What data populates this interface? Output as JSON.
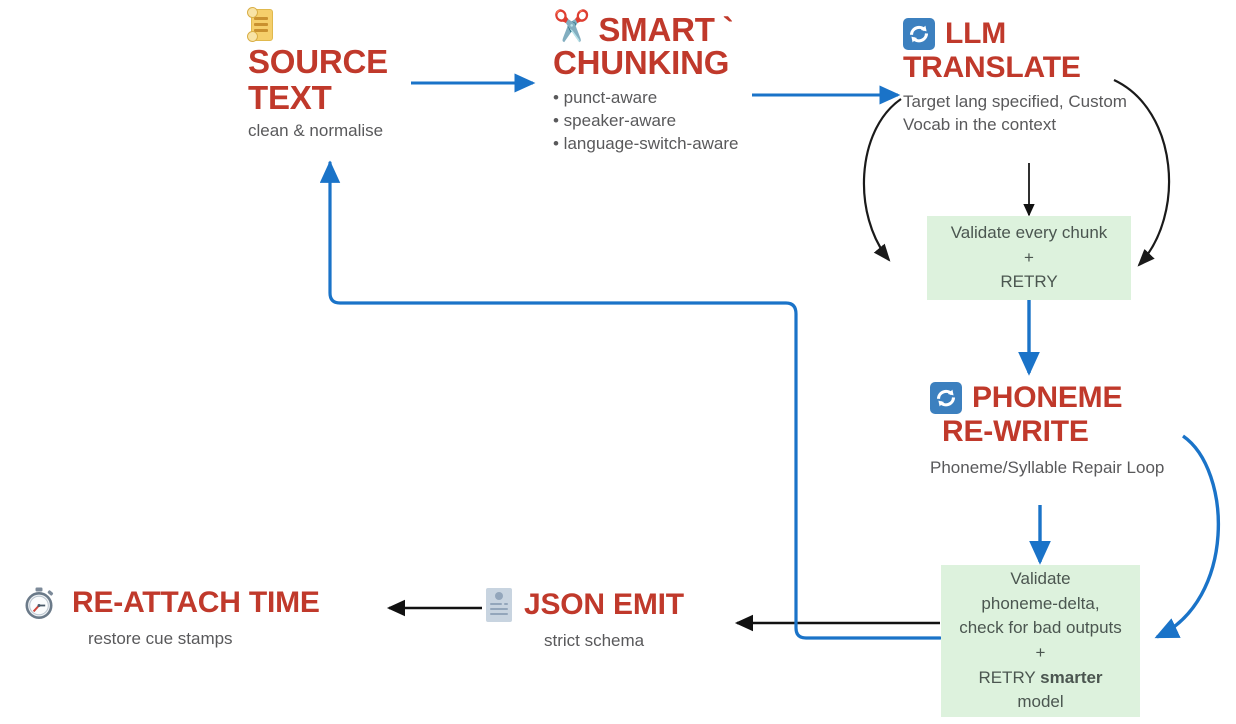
{
  "diagram": {
    "title": "Translation pipeline flow",
    "colors": {
      "node_title": "#c0392b",
      "subtitle": "#59595b",
      "blue_arrow": "#1a73c8",
      "black_arrow": "#1a1a1a",
      "validate_box_bg": "#ddf2dd",
      "background": "#ffffff"
    }
  },
  "nodes": {
    "source_text": {
      "icon": "scroll-icon",
      "title_line1": "SOURCE",
      "title_line2": "TEXT",
      "subtitle": "clean & normalise"
    },
    "smart_chunking": {
      "icon": "scissors-icon",
      "title_line1": "SMART",
      "title_tick": "`",
      "title_line2": "CHUNKING",
      "bullets": [
        "• punct-aware",
        "• speaker-aware",
        "• language-switch-aware"
      ]
    },
    "llm_translate": {
      "icon": "sync-icon",
      "title_line1": "LLM",
      "title_line2": "TRANSLATE",
      "subtitle_line1": "Target lang specified, Custom",
      "subtitle_line2": "Vocab in the context"
    },
    "validate_chunk": {
      "line1": "Validate every chunk",
      "line2": "+",
      "line3": "RETRY"
    },
    "phoneme_rewrite": {
      "icon": "sync-icon",
      "title_line1": "PHONEME",
      "title_line2": "RE-WRITE",
      "subtitle": "Phoneme/Syllable Repair Loop"
    },
    "validate_phoneme": {
      "line1": "Validate",
      "line2": "phoneme-delta,",
      "line3": "check for bad outputs",
      "line4": "+",
      "line5_prefix": "RETRY ",
      "line5_bold": "smarter",
      "line6": "model"
    },
    "json_emit": {
      "icon": "document-icon",
      "title": "JSON EMIT",
      "subtitle": "strict schema"
    },
    "re_attach_time": {
      "icon": "stopwatch-icon",
      "title": "RE-ATTACH TIME",
      "subtitle": "restore cue stamps"
    }
  }
}
